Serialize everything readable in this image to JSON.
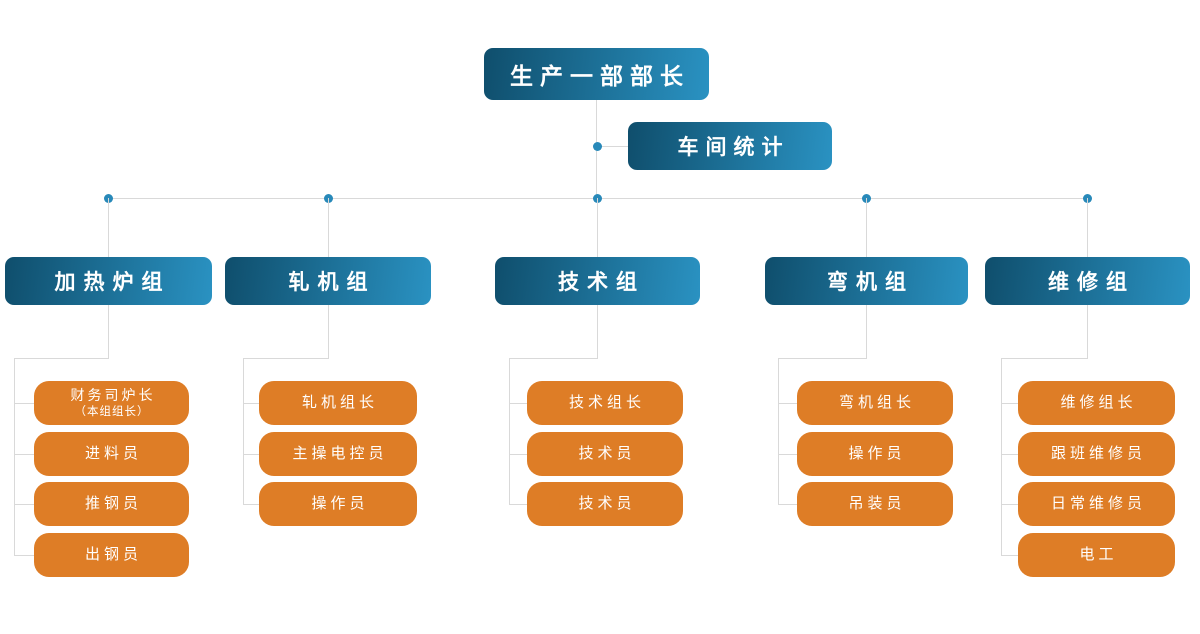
{
  "colors": {
    "blue_gradient_start": "#0F4E6C",
    "blue_gradient_end": "#2A92C2",
    "orange_node": "#DE7D26",
    "connector_line": "#D9D9D9",
    "connector_dot": "#2889B9",
    "text": "#FFFFFF"
  },
  "root": {
    "label": "生产一部部长"
  },
  "staff": {
    "label": "车间统计"
  },
  "groups": [
    {
      "label": "加热炉组",
      "children": [
        {
          "label": "财务司炉长",
          "sublabel": "（本组组长）"
        },
        {
          "label": "进料员"
        },
        {
          "label": "推钢员"
        },
        {
          "label": "出钢员"
        }
      ]
    },
    {
      "label": "轧机组",
      "children": [
        {
          "label": "轧机组长"
        },
        {
          "label": "主操电控员"
        },
        {
          "label": "操作员"
        }
      ]
    },
    {
      "label": "技术组",
      "children": [
        {
          "label": "技术组长"
        },
        {
          "label": "技术员"
        },
        {
          "label": "技术员"
        }
      ]
    },
    {
      "label": "弯机组",
      "children": [
        {
          "label": "弯机组长"
        },
        {
          "label": "操作员"
        },
        {
          "label": "吊装员"
        }
      ]
    },
    {
      "label": "维修组",
      "children": [
        {
          "label": "维修组长"
        },
        {
          "label": "跟班维修员"
        },
        {
          "label": "日常维修员"
        },
        {
          "label": "电工"
        }
      ]
    }
  ]
}
